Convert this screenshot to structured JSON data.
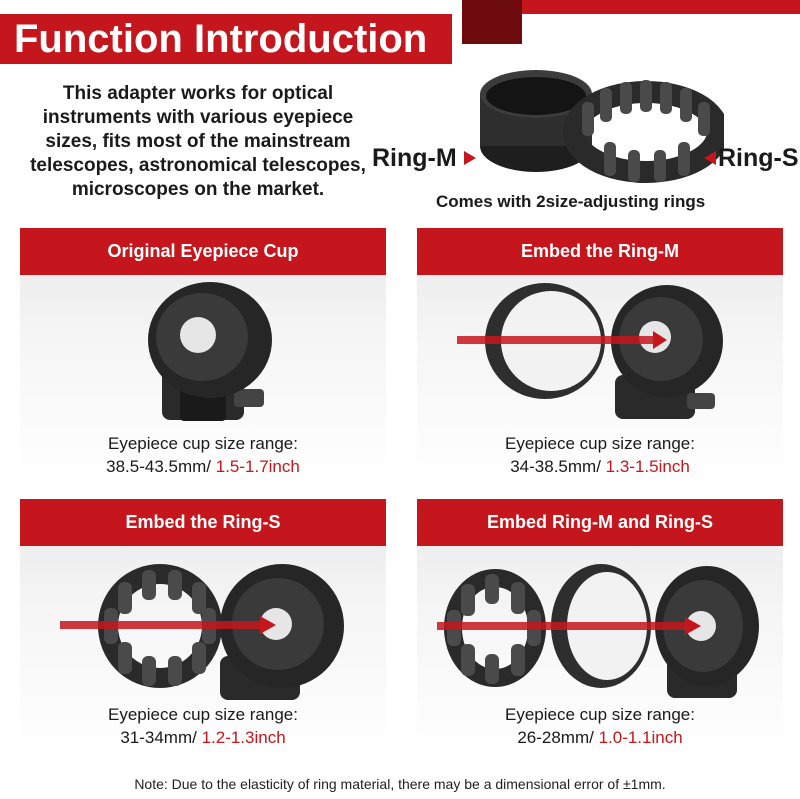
{
  "header": {
    "title": "Function Introduction"
  },
  "intro": {
    "text": "This adapter works for optical instruments with various eyepiece sizes, fits most of the mainstream telescopes, astronomical telescopes, microscopes on the market."
  },
  "rings": {
    "ring_m_label": "Ring-M",
    "ring_s_label": "Ring-S",
    "caption": "Comes with 2size-adjusting rings"
  },
  "panels": [
    {
      "title": "Original Eyepiece Cup",
      "range_label": "Eyepiece cup size range:",
      "range_mm": "38.5-43.5mm/ ",
      "range_inch": "1.5-1.7inch"
    },
    {
      "title": "Embed the Ring-M",
      "range_label": "Eyepiece cup size range:",
      "range_mm": "34-38.5mm/ ",
      "range_inch": "1.3-1.5inch"
    },
    {
      "title": "Embed the Ring-S",
      "range_label": "Eyepiece cup size range:",
      "range_mm": "31-34mm/ ",
      "range_inch": "1.2-1.3inch"
    },
    {
      "title": "Embed Ring-M and Ring-S",
      "range_label": "Eyepiece cup size range:",
      "range_mm": "26-28mm/ ",
      "range_inch": "1.0-1.1inch"
    }
  ],
  "note": {
    "text": "Note: Due to the elasticity of ring material, there may be a dimensional error of  ±1mm."
  },
  "colors": {
    "accent": "#c4161c",
    "dark_accent": "#6e0b0e",
    "product": "#2a2a2a"
  }
}
